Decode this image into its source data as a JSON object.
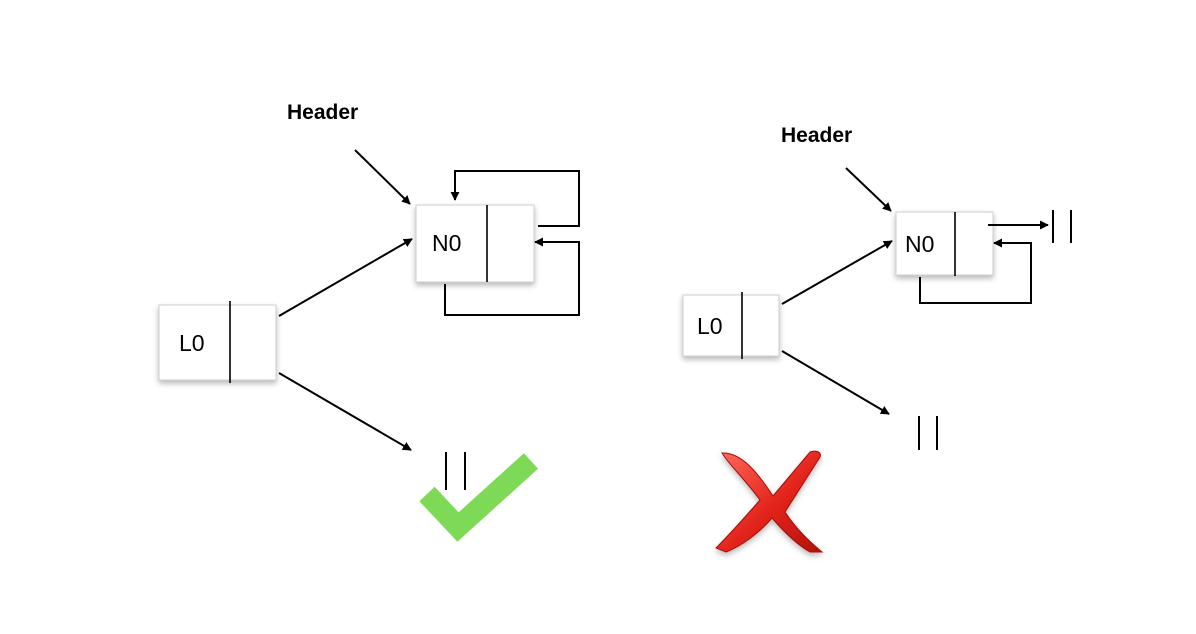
{
  "colors": {
    "check": "#7ed957",
    "cross": "#e2231a",
    "cross_highlight": "#ff6b5e"
  },
  "left_diagram": {
    "header": "Header",
    "list_node": "L0",
    "item_node": "N0",
    "verdict_icon": "check-mark-icon"
  },
  "right_diagram": {
    "header": "Header",
    "list_node": "L0",
    "item_node": "N0",
    "verdict_icon": "cross-mark-icon"
  }
}
